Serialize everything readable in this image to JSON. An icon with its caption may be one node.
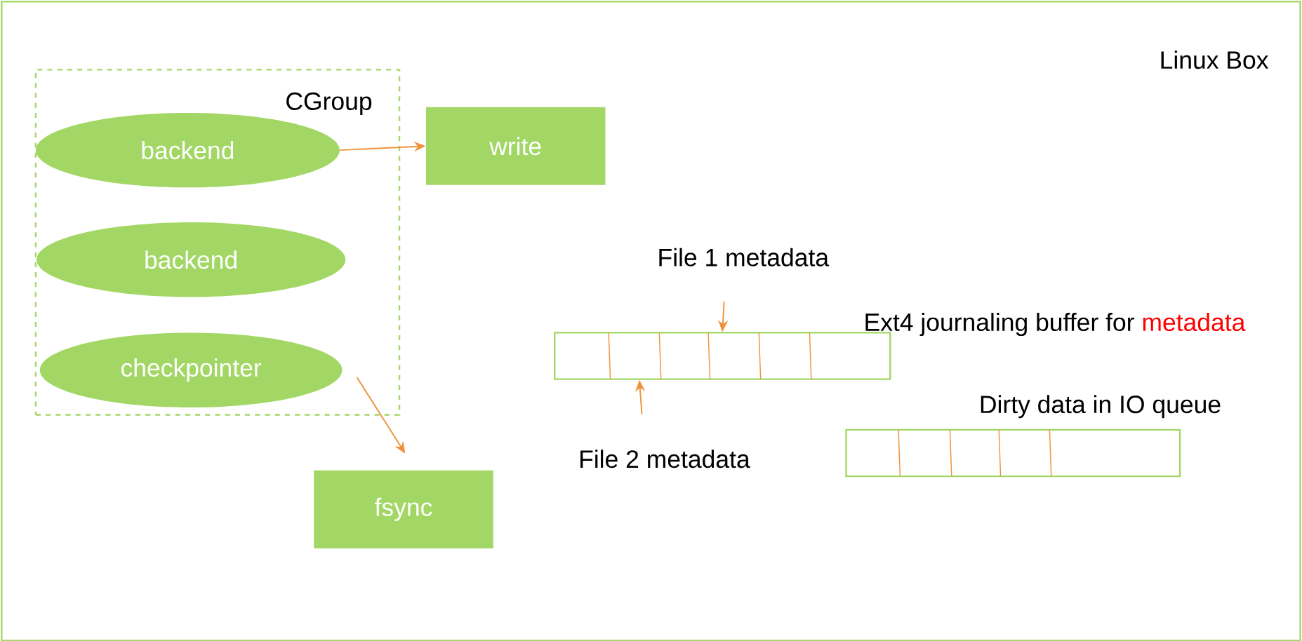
{
  "diagram": {
    "nodes": [
      {
        "text": [
          "Linux Box"
        ]
      },
      {
        "text": [
          "CGroup"
        ],
        "in": 0
      },
      {
        "text": [
          "backend"
        ],
        "in": 1
      },
      {
        "text": [
          "backend"
        ],
        "in": 1
      },
      {
        "text": [
          "checkpointer"
        ],
        "in": 1
      },
      {
        "text": [
          "write"
        ],
        "in": 0
      },
      {
        "text": [
          "fsync"
        ],
        "in": 0
      },
      {
        "text": [
          "File 1 metadata"
        ],
        "in": 0
      },
      {
        "text": [
          "Ext4 journaling buffer for",
          "metadata"
        ],
        "in": 0
      },
      {
        "text": [
          "File 2 metadata"
        ],
        "in": 0
      },
      {
        "text": [
          "Dirty data in IO queue"
        ],
        "in": 0
      }
    ],
    "edges": [
      {
        "from": 2,
        "to": 5,
        "arrow": "to"
      },
      {
        "from": 4,
        "to": 6,
        "arrow": "to"
      },
      {
        "from": 7,
        "to": 8,
        "arrow": "to"
      },
      {
        "from": 9,
        "to": 8,
        "arrow": "to"
      }
    ]
  }
}
